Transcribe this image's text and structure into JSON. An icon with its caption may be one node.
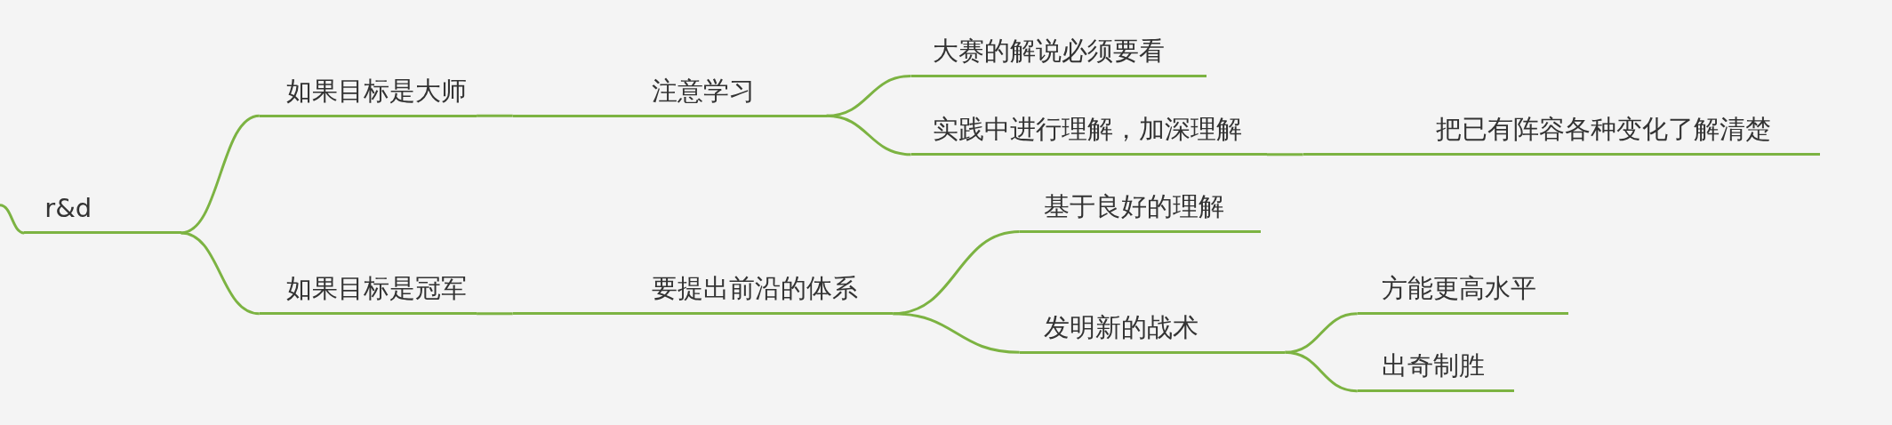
{
  "diagram": {
    "nodes": [
      {
        "text": [
          "r&d"
        ]
      },
      {
        "text": [
          "如果目标是大师"
        ]
      },
      {
        "text": [
          "注意学习"
        ]
      },
      {
        "text": [
          "大赛的解说必须要看"
        ]
      },
      {
        "text": [
          "实践中进行理解，加深理解"
        ]
      },
      {
        "text": [
          "把已有阵容各种变化了解清楚"
        ]
      },
      {
        "text": [
          "如果目标是冠军"
        ]
      },
      {
        "text": [
          "要提出前沿的体系"
        ]
      },
      {
        "text": [
          "基于良好的理解"
        ]
      },
      {
        "text": [
          "发明新的战术"
        ]
      },
      {
        "text": [
          "方能更高水平"
        ]
      },
      {
        "text": [
          "出奇制胜"
        ]
      }
    ],
    "edges": [
      {
        "from": null,
        "to": 0,
        "arrow": "none"
      },
      {
        "from": 0,
        "to": 1,
        "arrow": "none"
      },
      {
        "from": 1,
        "to": 2,
        "arrow": "none"
      },
      {
        "from": 2,
        "to": 3,
        "arrow": "none"
      },
      {
        "from": 2,
        "to": 4,
        "arrow": "none"
      },
      {
        "from": 4,
        "to": 5,
        "arrow": "none"
      },
      {
        "from": 0,
        "to": 6,
        "arrow": "none"
      },
      {
        "from": 6,
        "to": 7,
        "arrow": "none"
      },
      {
        "from": 7,
        "to": 8,
        "arrow": "none"
      },
      {
        "from": 7,
        "to": 9,
        "arrow": "none"
      },
      {
        "from": 9,
        "to": 10,
        "arrow": "none"
      },
      {
        "from": 9,
        "to": 11,
        "arrow": "none"
      }
    ]
  }
}
